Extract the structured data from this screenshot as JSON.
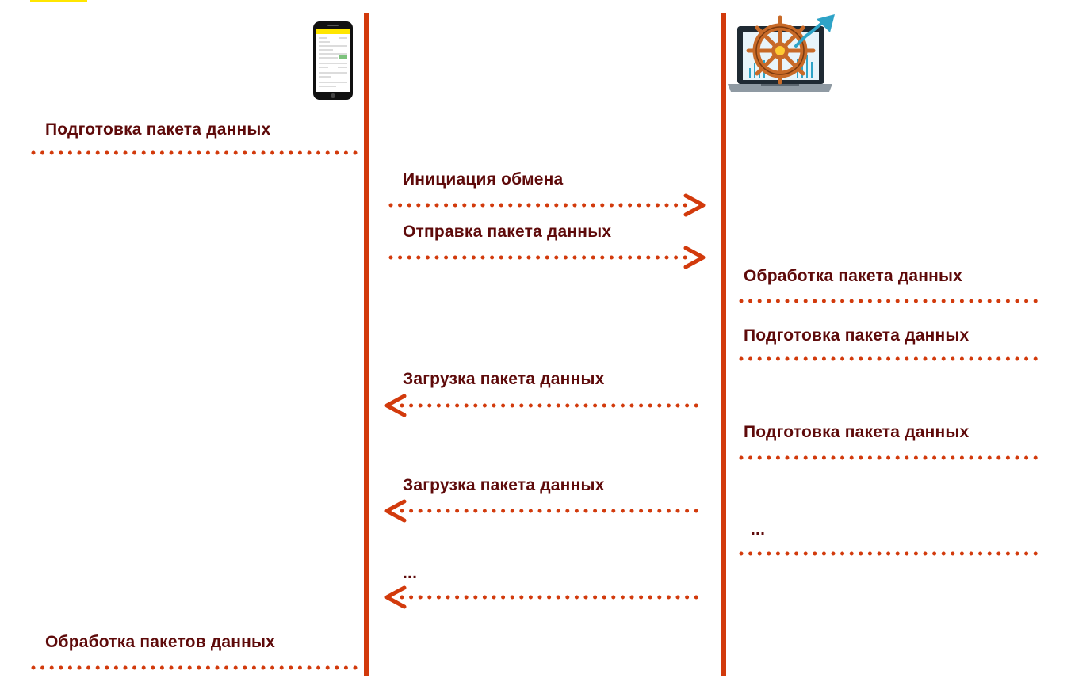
{
  "colors": {
    "line": "#d23a0c",
    "text": "#5e0a0a",
    "accent_yellow": "#ffe600",
    "steel": "#2ea3c7",
    "wood": "#c86a28"
  },
  "icons": {
    "client": "smartphone-icon",
    "server": "laptop-ship-wheel-icon"
  },
  "client": {
    "prepare_label": "Подготовка пакета данных",
    "process_label": "Обработка пакетов данных"
  },
  "messages": {
    "init_label": "Инициация обмена",
    "send_label": "Отправка пакета данных",
    "load1_label": "Загрузка пакета данных",
    "load2_label": "Загрузка пакета данных",
    "more_label": "..."
  },
  "server": {
    "process_label": "Обработка пакета данных",
    "prepare1_label": "Подготовка пакета данных",
    "prepare2_label": "Подготовка пакета данных",
    "more_label": "..."
  }
}
